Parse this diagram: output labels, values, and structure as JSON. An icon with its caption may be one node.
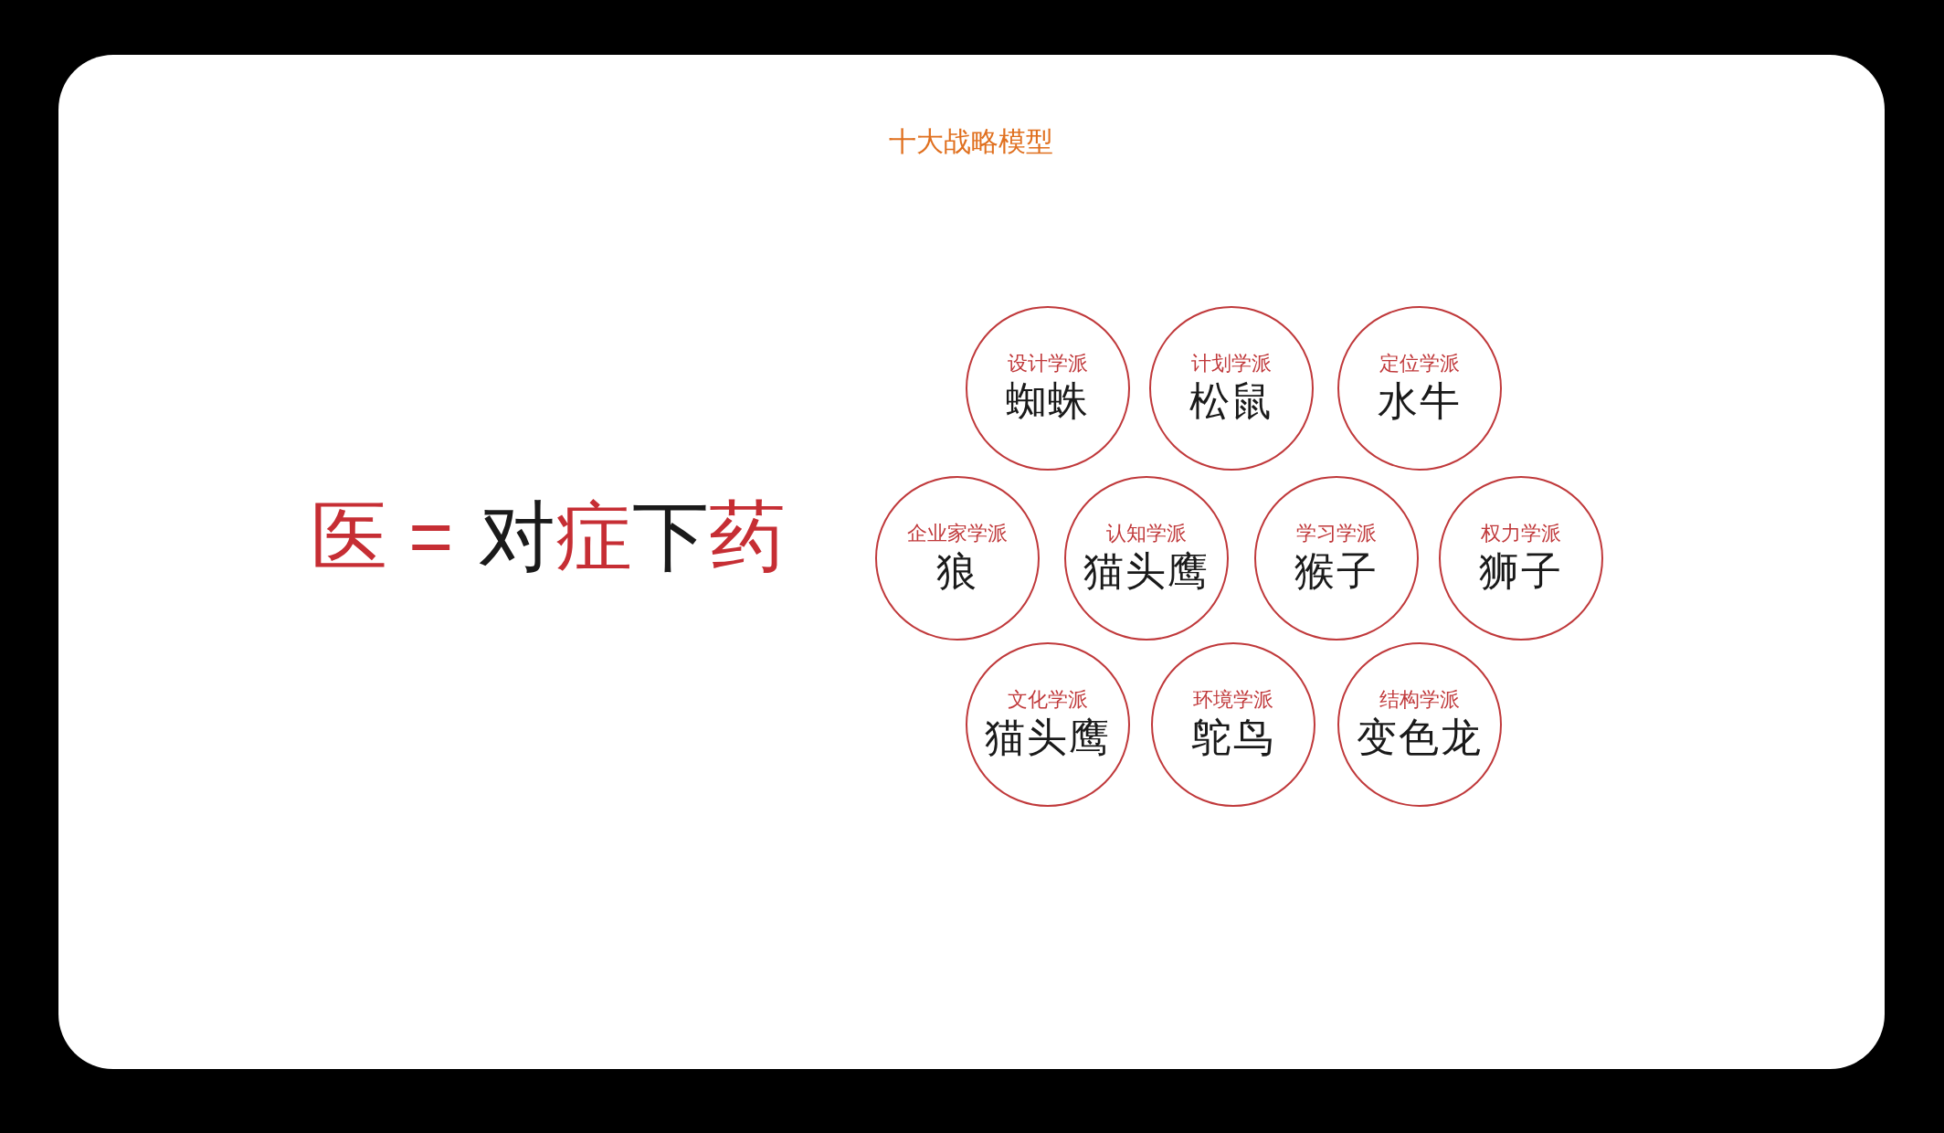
{
  "diagram": {
    "title": "十大战略模型",
    "nodes": [
      {
        "text": [
          "设计学派",
          "蜘蛛"
        ]
      },
      {
        "text": [
          "计划学派",
          "松鼠"
        ]
      },
      {
        "text": [
          "定位学派",
          "水牛"
        ]
      },
      {
        "text": [
          "企业家学派",
          "狼"
        ]
      },
      {
        "text": [
          "认知学派",
          "猫头鹰"
        ]
      },
      {
        "text": [
          "学习学派",
          "猴子"
        ]
      },
      {
        "text": [
          "权力学派",
          "狮子"
        ]
      },
      {
        "text": [
          "文化学派",
          "猫头鹰"
        ]
      },
      {
        "text": [
          "环境学派",
          "鸵鸟"
        ]
      },
      {
        "text": [
          "结构学派",
          "变色龙"
        ]
      }
    ],
    "labels": [
      "医 =",
      "对症下药"
    ]
  }
}
